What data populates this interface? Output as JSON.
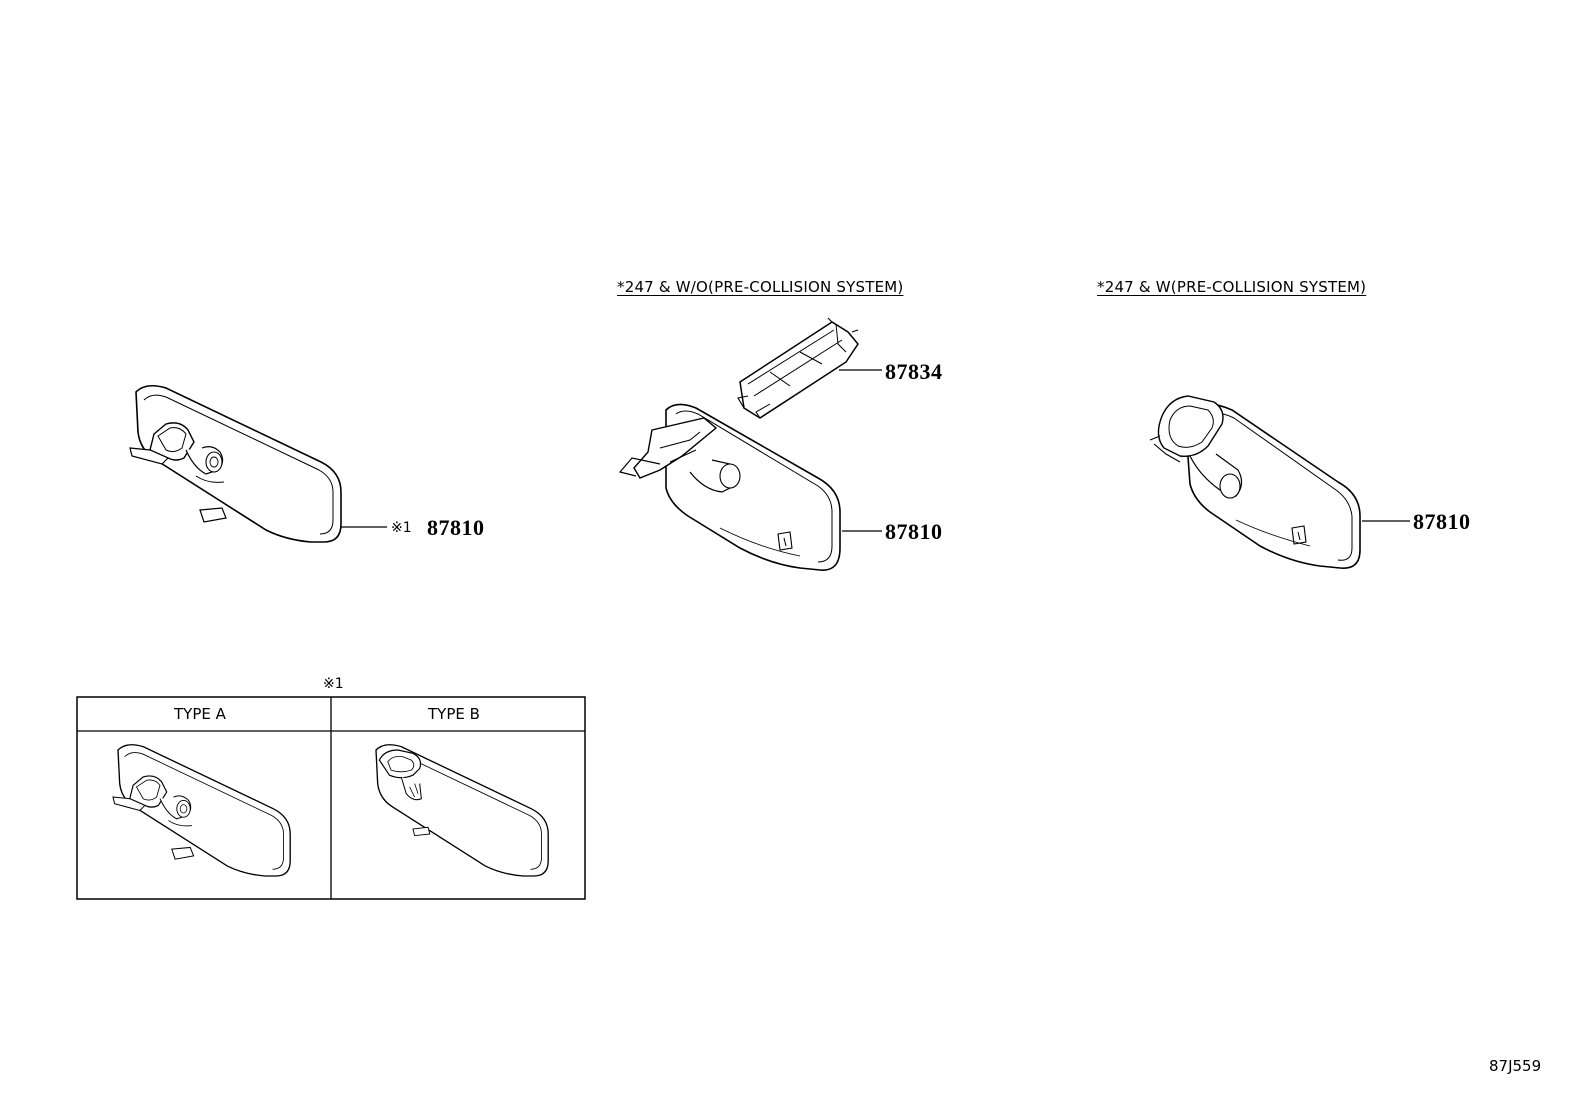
{
  "conditions": {
    "without_pcs": "*247 & W/O(PRE-COLLISION SYSTEM)",
    "with_pcs": "*247 & W(PRE-COLLISION SYSTEM)"
  },
  "callouts": {
    "left_mark": "※1",
    "left_part": "87810",
    "mid_cover_part": "87834",
    "mid_mirror_part": "87810",
    "right_part": "87810"
  },
  "type_table": {
    "mark": "※1",
    "col_a": "TYPE A",
    "col_b": "TYPE B"
  },
  "illustration_code": "87J559"
}
